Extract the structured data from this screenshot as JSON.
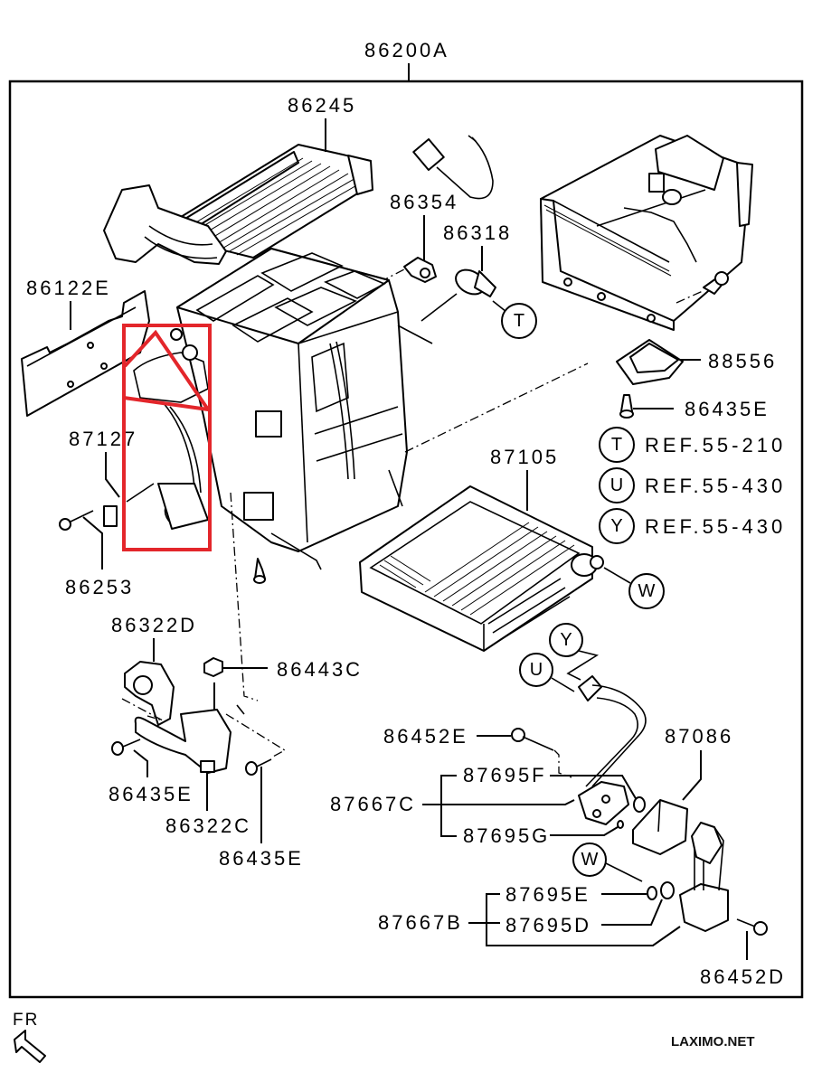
{
  "diagram": {
    "assembly_label": "86200A",
    "highlight_color": "#e3262b",
    "callouts": {
      "c86245": "86245",
      "c86354": "86354",
      "c86318": "86318",
      "c86122E": "86122E",
      "c88556": "88556",
      "c86435E_right": "86435E",
      "c87127": "87127",
      "c87105": "87105",
      "c86253": "86253",
      "c86322D": "86322D",
      "c86443C": "86443C",
      "c86435E_left": "86435E",
      "c86322C": "86322C",
      "c86435E_bottom": "86435E",
      "c86452E": "86452E",
      "c87086": "87086",
      "c87695F": "87695F",
      "c87667C": "87667C",
      "c87695G": "87695G",
      "c87695E": "87695E",
      "c87667B": "87667B",
      "c87695D": "87695D",
      "c86452D": "86452D"
    },
    "markers": {
      "T_near_86318": "T",
      "W_evaporator": "W",
      "Y_pipe": "Y",
      "U_pipe": "U",
      "W_oring": "W"
    },
    "references": [
      {
        "marker": "T",
        "text": "REF.55-210"
      },
      {
        "marker": "U",
        "text": "REF.55-430"
      },
      {
        "marker": "Y",
        "text": "REF.55-430"
      }
    ],
    "direction_indicator": "FR",
    "watermark": "LAXIMO.NET"
  }
}
